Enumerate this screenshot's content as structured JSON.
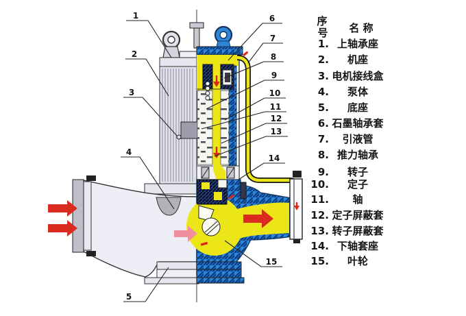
{
  "legend": {
    "header": {
      "col1_top": "序",
      "col1_bottom": "号",
      "col2": "名  称"
    },
    "items": [
      {
        "num": "1.",
        "name": "上轴承座"
      },
      {
        "num": "2.",
        "name": "机座"
      },
      {
        "num": "3.",
        "name": "电机接线盒"
      },
      {
        "num": "4.",
        "name": "泵体"
      },
      {
        "num": "5.",
        "name": "底座"
      },
      {
        "num": "6.",
        "name": "石墨轴承套"
      },
      {
        "num": "7.",
        "name": "引液管"
      },
      {
        "num": "8.",
        "name": "推力轴承"
      },
      {
        "num": "9.",
        "name": "转子"
      },
      {
        "num": "10.",
        "name": "定子"
      },
      {
        "num": "11.",
        "name": "轴"
      },
      {
        "num": "12.",
        "name": "定子屏蔽套"
      },
      {
        "num": "13.",
        "name": "转子屏蔽套"
      },
      {
        "num": "14.",
        "name": "下轴套座"
      },
      {
        "num": "15.",
        "name": "叶轮"
      }
    ]
  },
  "callouts": [
    {
      "num": "1"
    },
    {
      "num": "2"
    },
    {
      "num": "3"
    },
    {
      "num": "4"
    },
    {
      "num": "5"
    },
    {
      "num": "6"
    },
    {
      "num": "7"
    },
    {
      "num": "8"
    },
    {
      "num": "9"
    },
    {
      "num": "10"
    },
    {
      "num": "11"
    },
    {
      "num": "12"
    },
    {
      "num": "13"
    },
    {
      "num": "14"
    },
    {
      "num": "15"
    }
  ],
  "colors": {
    "liquid_yellow": "#ece619",
    "casing_blue": "#2e86d8",
    "hatch_navy": "#0b3f86",
    "flow_arrow_red": "#d92b1e",
    "flow_arrow_pink": "#f0909f",
    "external_grey": "#edeef6"
  }
}
